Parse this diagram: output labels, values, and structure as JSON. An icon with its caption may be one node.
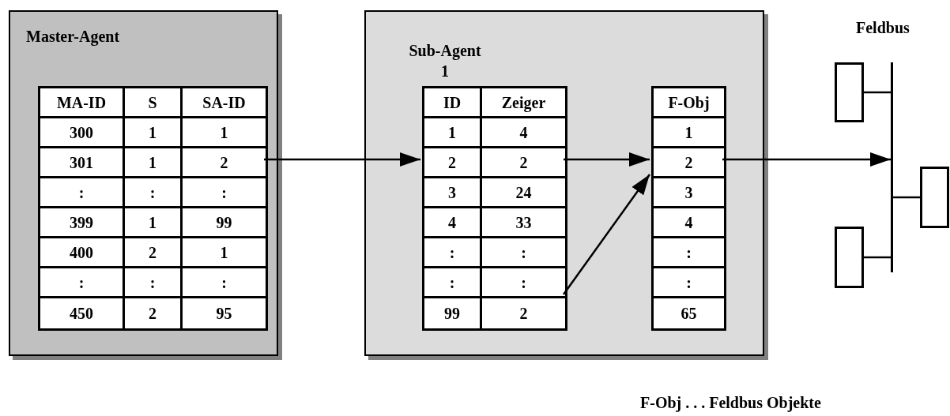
{
  "diagram": {
    "nodes": [
      {
        "text": [
          "Master-Agent"
        ]
      },
      {
        "text": [
          "MA-ID"
        ],
        "in": 0
      },
      {
        "text": [
          "S"
        ],
        "in": 0
      },
      {
        "text": [
          "SA-ID"
        ],
        "in": 0
      },
      {
        "text": [
          "300"
        ],
        "in": 0
      },
      {
        "text": [
          "1"
        ],
        "in": 0
      },
      {
        "text": [
          "1"
        ],
        "in": 0
      },
      {
        "text": [
          "301"
        ],
        "in": 0
      },
      {
        "text": [
          "1"
        ],
        "in": 0
      },
      {
        "text": [
          "2"
        ],
        "in": 0
      },
      {
        "text": [
          ":"
        ],
        "in": 0
      },
      {
        "text": [
          ":"
        ],
        "in": 0
      },
      {
        "text": [
          ":"
        ],
        "in": 0
      },
      {
        "text": [
          "399"
        ],
        "in": 0
      },
      {
        "text": [
          "1"
        ],
        "in": 0
      },
      {
        "text": [
          "99"
        ],
        "in": 0
      },
      {
        "text": [
          "400"
        ],
        "in": 0
      },
      {
        "text": [
          "2"
        ],
        "in": 0
      },
      {
        "text": [
          "1"
        ],
        "in": 0
      },
      {
        "text": [
          ":"
        ],
        "in": 0
      },
      {
        "text": [
          ":"
        ],
        "in": 0
      },
      {
        "text": [
          ":"
        ],
        "in": 0
      },
      {
        "text": [
          "450"
        ],
        "in": 0
      },
      {
        "text": [
          "2"
        ],
        "in": 0
      },
      {
        "text": [
          "95"
        ],
        "in": 0
      },
      {
        "text": [
          "Sub-Agent 1"
        ]
      },
      {
        "text": [
          "ID"
        ],
        "in": 25
      },
      {
        "text": [
          "Zeiger"
        ],
        "in": 25
      },
      {
        "text": [
          "1"
        ],
        "in": 25
      },
      {
        "text": [
          "4"
        ],
        "in": 25
      },
      {
        "text": [
          "2"
        ],
        "in": 25
      },
      {
        "text": [
          "2"
        ],
        "in": 25
      },
      {
        "text": [
          "3"
        ],
        "in": 25
      },
      {
        "text": [
          "24"
        ],
        "in": 25
      },
      {
        "text": [
          "4"
        ],
        "in": 25
      },
      {
        "text": [
          "33"
        ],
        "in": 25
      },
      {
        "text": [
          ":"
        ],
        "in": 25
      },
      {
        "text": [
          ":"
        ],
        "in": 25
      },
      {
        "text": [
          ":"
        ],
        "in": 25
      },
      {
        "text": [
          ":"
        ],
        "in": 25
      },
      {
        "text": [
          "99"
        ],
        "in": 25
      },
      {
        "text": [
          "2"
        ],
        "in": 25
      },
      {
        "text": [
          "F-Obj"
        ],
        "in": 25
      },
      {
        "text": [
          "1"
        ],
        "in": 25
      },
      {
        "text": [
          "2"
        ],
        "in": 25
      },
      {
        "text": [
          "3"
        ],
        "in": 25
      },
      {
        "text": [
          "4"
        ],
        "in": 25
      },
      {
        "text": [
          ":"
        ],
        "in": 25
      },
      {
        "text": [
          ":"
        ],
        "in": 25
      },
      {
        "text": [
          "65"
        ],
        "in": 25
      },
      {
        "text": [],
        "shape": "bar"
      },
      {
        "text": [],
        "shape": "box"
      },
      {
        "text": [],
        "shape": "box"
      },
      {
        "text": [],
        "shape": "box"
      }
    ],
    "edges": [
      {
        "from": 9,
        "to": 30,
        "arrow": "to"
      },
      {
        "from": 31,
        "to": 44,
        "arrow": "to"
      },
      {
        "from": 41,
        "to": 44,
        "arrow": "to"
      },
      {
        "from": 44,
        "to": 50,
        "arrow": "to"
      },
      {
        "from": 50,
        "to": 51,
        "arrow": "none"
      },
      {
        "from": 50,
        "to": 52,
        "arrow": "none"
      },
      {
        "from": 50,
        "to": 53,
        "arrow": "none"
      }
    ],
    "labels": [
      "Feldbus",
      "F-Obj . . . Feldbus Objekte"
    ]
  }
}
